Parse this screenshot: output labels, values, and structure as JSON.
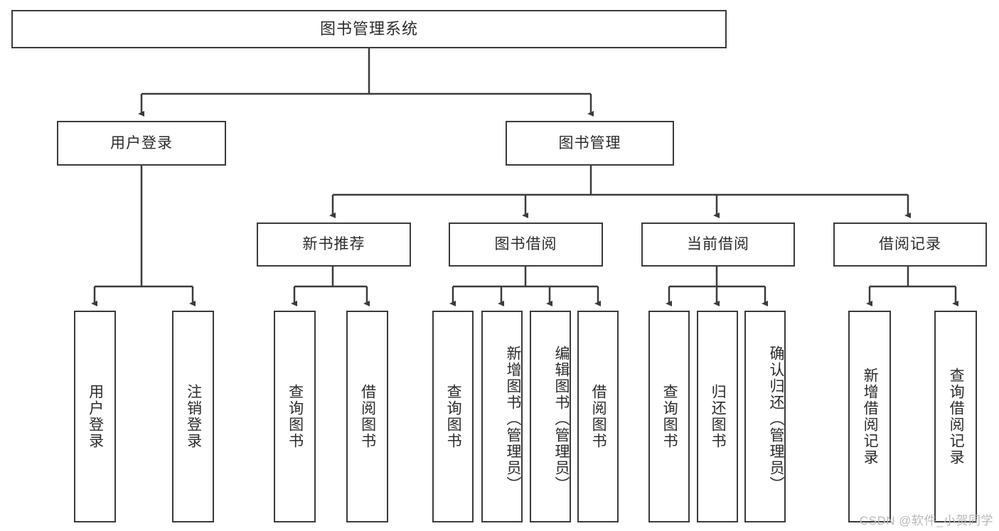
{
  "diagram": {
    "title": "图书管理系统",
    "watermark": "CSDN @软件_小贺同学",
    "colors": {
      "stroke": "#3b3b3b",
      "text": "#2b2b2b",
      "background": "#ffffff",
      "watermark": "#b9b9b9"
    },
    "root": {
      "label": "图书管理系统"
    },
    "level1": [
      {
        "label": "用户登录"
      },
      {
        "label": "图书管理"
      }
    ],
    "level2": [
      {
        "label": "新书推荐"
      },
      {
        "label": "图书借阅"
      },
      {
        "label": "当前借阅"
      },
      {
        "label": "借阅记录"
      }
    ],
    "leaves": {
      "user_login": [
        {
          "label": "用户登录"
        },
        {
          "label": "注销登录"
        }
      ],
      "new_book_recommend": [
        {
          "label": "查询图书"
        },
        {
          "label": "借阅图书"
        }
      ],
      "book_borrow": [
        {
          "label": "查询图书"
        },
        {
          "label": "新增图书（管理员）"
        },
        {
          "label": "编辑图书（管理员）"
        },
        {
          "label": "借阅图书"
        }
      ],
      "current_borrow": [
        {
          "label": "查询图书"
        },
        {
          "label": "归还图书"
        },
        {
          "label": "确认归还（管理员）"
        }
      ],
      "borrow_record": [
        {
          "label": "新增借阅记录"
        },
        {
          "label": "查询借阅记录"
        }
      ]
    }
  }
}
